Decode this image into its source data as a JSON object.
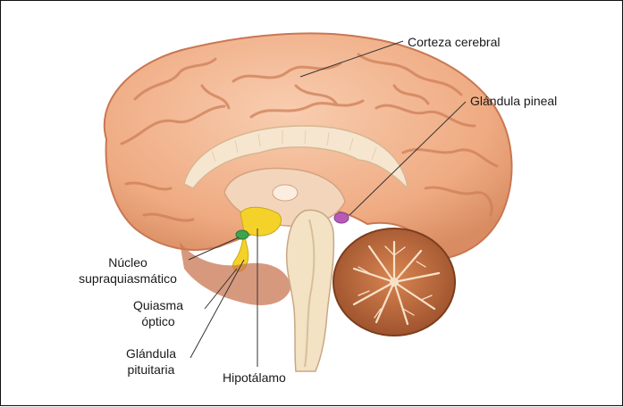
{
  "labels": {
    "corteza": "Corteza cerebral",
    "pineal": "Glándula pineal",
    "nucleo_1": "Núcleo",
    "nucleo_2": "supraquiasmático",
    "quiasma_1": "Quiasma",
    "quiasma_2": "óptico",
    "pituitaria_1": "Glándula",
    "pituitaria_2": "pituitaria",
    "hipotalamo": "Hipotálamo"
  },
  "colors": {
    "brain": "#f2b38c",
    "brain_dark": "#c97753",
    "hypothalamus": "#f5d22a",
    "pineal": "#b85ab8",
    "scn": "#3fa34d",
    "cerebellum": "#b9663b",
    "brainstem": "#f3e2c4"
  }
}
